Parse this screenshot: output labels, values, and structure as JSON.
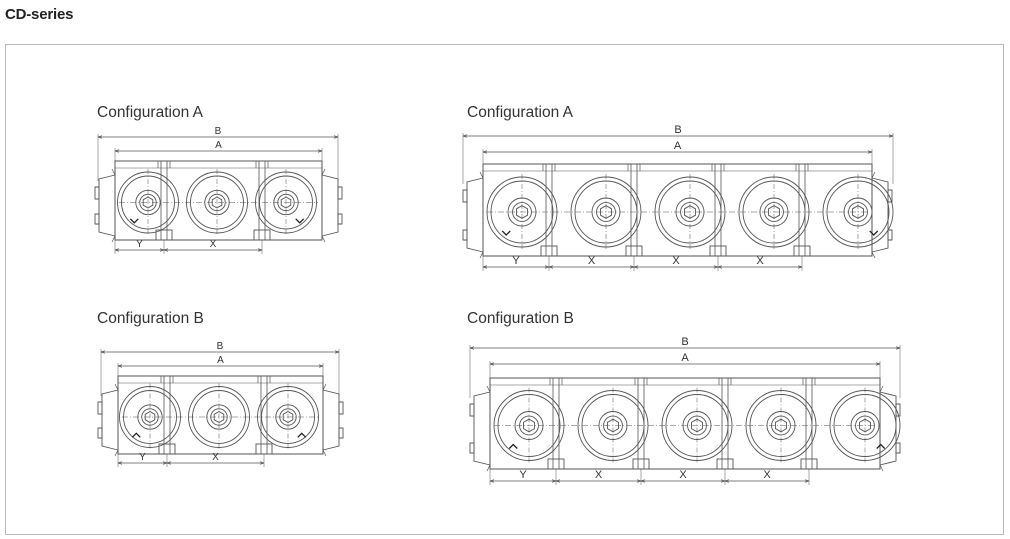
{
  "page_title": "CD-series",
  "configurations": [
    {
      "id": "small-a",
      "label": "Configuration A",
      "rollers": 3,
      "marker": "down",
      "dims": {
        "outer": "B",
        "inner": "A",
        "first_pitch": "Y",
        "pitch": "X"
      }
    },
    {
      "id": "large-a",
      "label": "Configuration A",
      "rollers": 5,
      "marker": "down",
      "dims": {
        "outer": "B",
        "inner": "A",
        "first_pitch": "Y",
        "pitch": "X"
      }
    },
    {
      "id": "small-b",
      "label": "Configuration B",
      "rollers": 3,
      "marker": "up",
      "dims": {
        "outer": "B",
        "inner": "A",
        "first_pitch": "Y",
        "pitch": "X"
      }
    },
    {
      "id": "large-b",
      "label": "Configuration B",
      "rollers": 5,
      "marker": "up",
      "dims": {
        "outer": "B",
        "inner": "A",
        "first_pitch": "Y",
        "pitch": "X"
      }
    }
  ],
  "colors": {
    "line": "#555555",
    "frame": "#b9b9b9",
    "text": "#333333"
  }
}
